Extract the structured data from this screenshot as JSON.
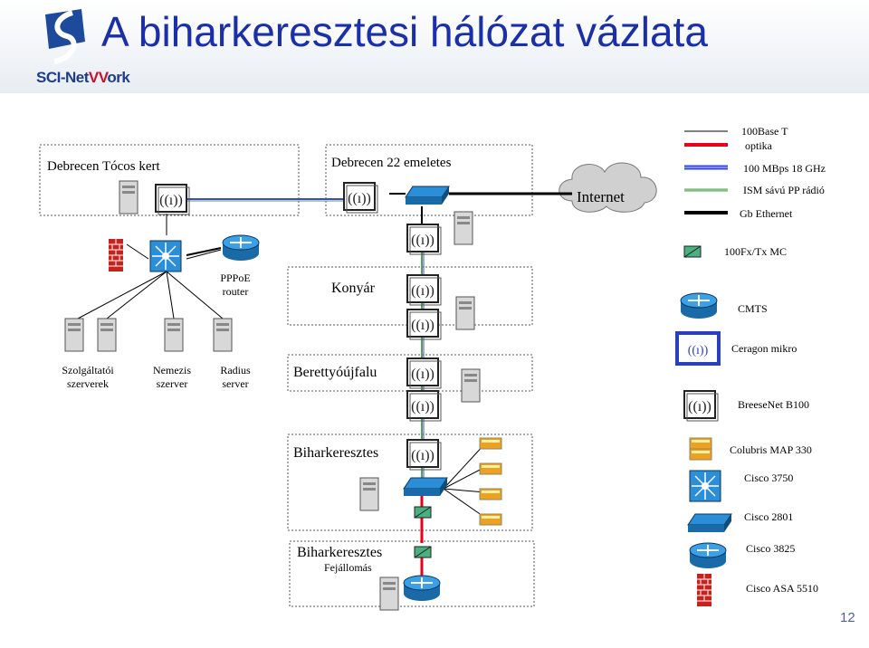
{
  "header": {
    "title": "A biharkeresztesi hálózat vázlata",
    "logo_text_left": "SCI-Net",
    "logo_text_v": "VV",
    "logo_text_right": "ork"
  },
  "sites": {
    "tocos": "Debrecen Tócos kert",
    "emeletes": "Debrecen 22 emeletes",
    "internet": "Internet",
    "konyar": "Konyár",
    "berettyo": "Berettyóújfalu",
    "bihar1": "Biharkeresztes",
    "bihar2": "Biharkeresztes",
    "fejallomas": "Fejállomás"
  },
  "devices": {
    "pppoe": "PPPoE router",
    "szolg": "Szolgáltatói szerverek",
    "nemezis": "Nemezis szerver",
    "radius": "Radius server"
  },
  "legend": {
    "l100base": "100Base T",
    "optika": "optika",
    "mbps": "100 MBps 18 GHz",
    "ism": "ISM sávú PP rádió",
    "gb": "Gb Ethernet",
    "fxtx": "100Fx/Tx MC",
    "cmts": "CMTS",
    "ceragon": "Ceragon mikro",
    "breeze": "BreeseNet B100",
    "colubris": "Colubris MAP 330",
    "c3750": "Cisco 3750",
    "c2801": "Cisco 2801",
    "c3825": "Cisco 3825",
    "asa": "Cisco ASA 5510"
  },
  "colors": {
    "title": "#1a2fa8",
    "optika": "#e8001c",
    "radio18": "#3a4bd0",
    "ism": "#5aa05a",
    "gb": "#000000",
    "router": "#2a8fd8"
  },
  "page_number": "12"
}
